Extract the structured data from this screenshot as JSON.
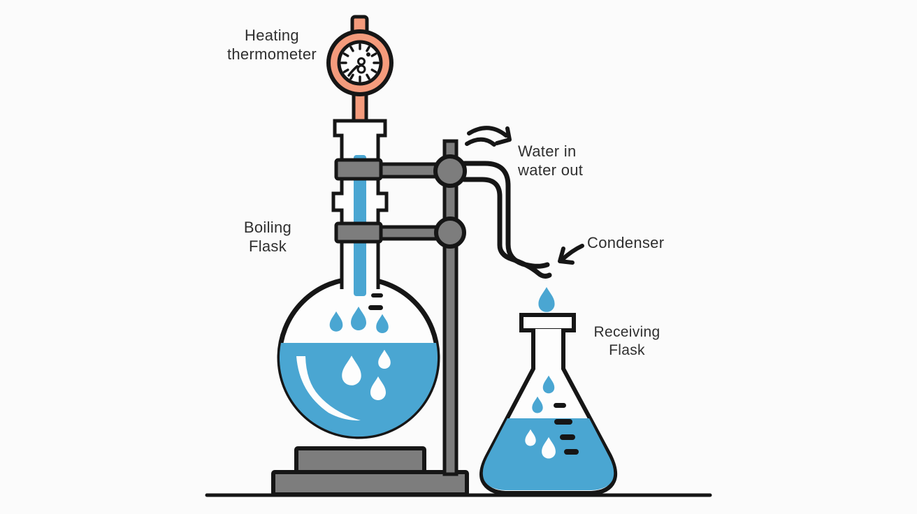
{
  "labels": {
    "heating_thermometer_line1": "Heating",
    "heating_thermometer_line2": "thermometer",
    "water_line1": "Water in",
    "water_line2": "water out",
    "boiling_flask_line1": "Boiling",
    "boiling_flask_line2": "Flask",
    "condenser": "Condenser",
    "receiving_flask_line1": "Receiving",
    "receiving_flask_line2": "Flask"
  },
  "colors": {
    "outline": "#161616",
    "coral": "#F49B7C",
    "blue": "#4AA6D2",
    "gray": "#7D7D7D",
    "white": "#FDFDFD",
    "text": "#2F2F2F",
    "bg": "#FBFBFB"
  }
}
